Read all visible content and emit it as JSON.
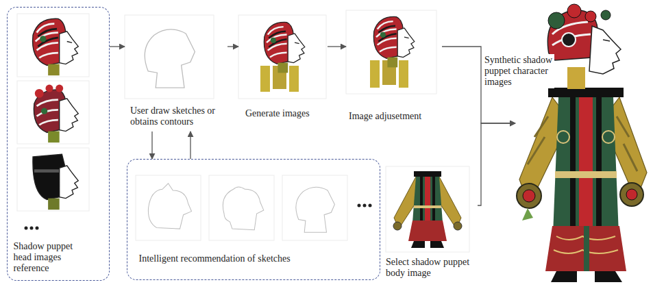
{
  "diagram": {
    "nodes": [
      {
        "text": [
          "Shadow puppet head images reference"
        ]
      },
      {
        "text": [
          "User draw sketches or obtains contours"
        ]
      },
      {
        "text": [
          "Generate images"
        ]
      },
      {
        "text": [
          "Image adjusetment"
        ]
      },
      {
        "text": [
          "Intelligent recommendation of sketches"
        ]
      },
      {
        "text": [
          "Select shadow puppet body image"
        ]
      },
      {
        "text": [
          "Synthetic shadow puppet character images"
        ]
      }
    ],
    "edges": [
      {
        "from": 0,
        "to": 1,
        "arrow": "to"
      },
      {
        "from": 1,
        "to": 2,
        "arrow": "to"
      },
      {
        "from": 2,
        "to": 3,
        "arrow": "to"
      },
      {
        "from": 1,
        "to": 4,
        "arrow": "to"
      },
      {
        "from": 4,
        "to": 1,
        "arrow": "to"
      },
      {
        "from": 3,
        "to": 6,
        "arrow": "to"
      },
      {
        "from": 5,
        "to": 6,
        "arrow": "to"
      }
    ]
  }
}
